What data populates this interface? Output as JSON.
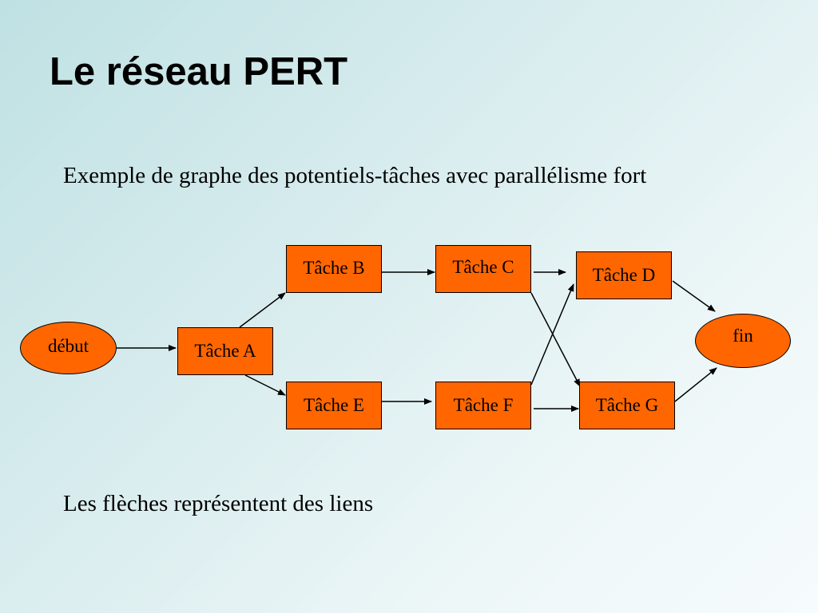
{
  "title": "Le réseau PERT",
  "subtitle": "Exemple de graphe des potentiels-tâches avec parallélisme fort",
  "footer": "Les flèches représentent des liens",
  "nodes": {
    "debut": "début",
    "a": "Tâche A",
    "b": "Tâche B",
    "c": "Tâche C",
    "d": "Tâche D",
    "e": "Tâche E",
    "f": "Tâche F",
    "g": "Tâche G",
    "fin": "fin"
  },
  "edges": [
    [
      "début",
      "Tâche A"
    ],
    [
      "Tâche A",
      "Tâche B"
    ],
    [
      "Tâche A",
      "Tâche E"
    ],
    [
      "Tâche B",
      "Tâche C"
    ],
    [
      "Tâche E",
      "Tâche F"
    ],
    [
      "Tâche C",
      "Tâche D"
    ],
    [
      "Tâche C",
      "Tâche G"
    ],
    [
      "Tâche F",
      "Tâche D"
    ],
    [
      "Tâche F",
      "Tâche G"
    ],
    [
      "Tâche D",
      "fin"
    ],
    [
      "Tâche G",
      "fin"
    ]
  ],
  "colors": {
    "node_fill": "#ff6600",
    "stroke": "#000000"
  }
}
